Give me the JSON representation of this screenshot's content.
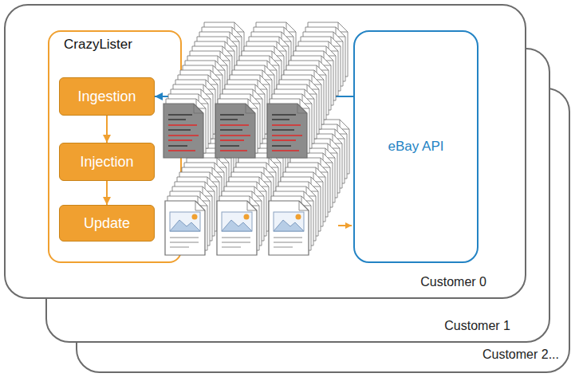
{
  "diagram": {
    "nodes": [
      {
        "text": [
          "Customer 0"
        ]
      },
      {
        "text": [
          "CrazyLister"
        ],
        "in": 0
      },
      {
        "text": [
          "Ingestion"
        ],
        "in": 1
      },
      {
        "text": [
          "Injection"
        ],
        "in": 1
      },
      {
        "text": [
          "Update"
        ],
        "in": 1
      },
      {
        "text": [
          "eBay API"
        ],
        "in": 0
      },
      {
        "text": [
          "Customer 1"
        ]
      },
      {
        "text": [
          "Customer 2..."
        ]
      }
    ],
    "edges": [
      {
        "from": 5,
        "to": 2,
        "arrow": "to"
      },
      {
        "from": 2,
        "to": 3,
        "arrow": "to"
      },
      {
        "from": 3,
        "to": 4,
        "arrow": "to"
      }
    ]
  }
}
